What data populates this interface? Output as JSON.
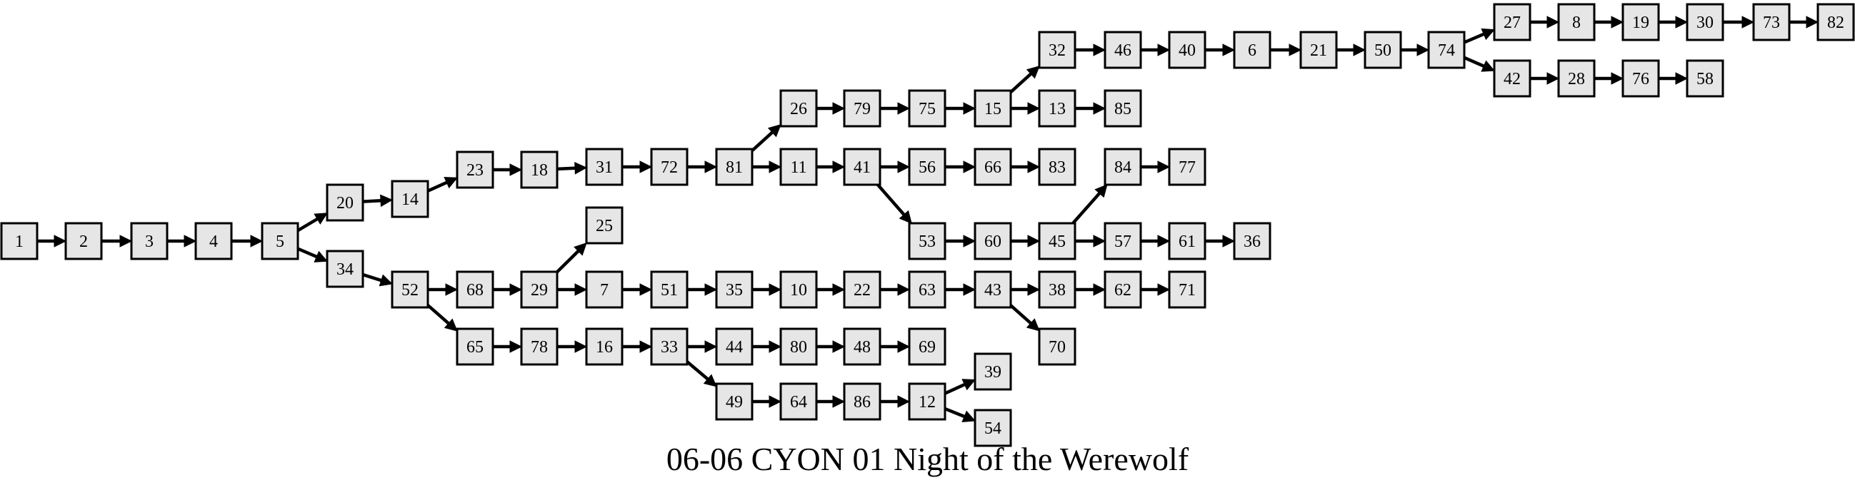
{
  "caption": "06-06 CYON 01 Night of the Werewolf",
  "colors": {
    "node_fill": "#e6e6e6",
    "stroke": "#000000"
  },
  "nodes": [
    "1",
    "2",
    "3",
    "4",
    "5",
    "20",
    "34",
    "14",
    "52",
    "23",
    "68",
    "65",
    "18",
    "29",
    "78",
    "31",
    "25",
    "7",
    "16",
    "72",
    "51",
    "33",
    "81",
    "35",
    "44",
    "49",
    "26",
    "11",
    "10",
    "80",
    "64",
    "79",
    "41",
    "22",
    "48",
    "86",
    "75",
    "56",
    "53",
    "63",
    "69",
    "12",
    "15",
    "66",
    "60",
    "43",
    "32",
    "13",
    "83",
    "45",
    "38",
    "70",
    "39",
    "54",
    "46",
    "85",
    "84",
    "57",
    "62",
    "40",
    "77",
    "61",
    "71",
    "6",
    "36",
    "21",
    "50",
    "74",
    "27",
    "42",
    "8",
    "28",
    "19",
    "76",
    "30",
    "58",
    "73",
    "82"
  ],
  "edges": [
    [
      "1",
      "2"
    ],
    [
      "2",
      "3"
    ],
    [
      "3",
      "4"
    ],
    [
      "4",
      "5"
    ],
    [
      "5",
      "20"
    ],
    [
      "5",
      "34"
    ],
    [
      "20",
      "14"
    ],
    [
      "14",
      "23"
    ],
    [
      "23",
      "18"
    ],
    [
      "18",
      "31"
    ],
    [
      "31",
      "72"
    ],
    [
      "72",
      "81"
    ],
    [
      "81",
      "26"
    ],
    [
      "81",
      "11"
    ],
    [
      "26",
      "79"
    ],
    [
      "79",
      "75"
    ],
    [
      "75",
      "15"
    ],
    [
      "15",
      "32"
    ],
    [
      "15",
      "13"
    ],
    [
      "13",
      "85"
    ],
    [
      "32",
      "46"
    ],
    [
      "46",
      "40"
    ],
    [
      "40",
      "6"
    ],
    [
      "6",
      "21"
    ],
    [
      "21",
      "50"
    ],
    [
      "50",
      "74"
    ],
    [
      "74",
      "27"
    ],
    [
      "74",
      "42"
    ],
    [
      "27",
      "8"
    ],
    [
      "8",
      "19"
    ],
    [
      "19",
      "30"
    ],
    [
      "30",
      "73"
    ],
    [
      "73",
      "82"
    ],
    [
      "42",
      "28"
    ],
    [
      "28",
      "76"
    ],
    [
      "76",
      "58"
    ],
    [
      "11",
      "41"
    ],
    [
      "41",
      "56"
    ],
    [
      "41",
      "53"
    ],
    [
      "56",
      "66"
    ],
    [
      "66",
      "83"
    ],
    [
      "53",
      "60"
    ],
    [
      "60",
      "45"
    ],
    [
      "45",
      "84"
    ],
    [
      "45",
      "57"
    ],
    [
      "84",
      "77"
    ],
    [
      "57",
      "61"
    ],
    [
      "61",
      "36"
    ],
    [
      "34",
      "52"
    ],
    [
      "52",
      "68"
    ],
    [
      "52",
      "65"
    ],
    [
      "68",
      "29"
    ],
    [
      "29",
      "25"
    ],
    [
      "29",
      "7"
    ],
    [
      "7",
      "51"
    ],
    [
      "51",
      "35"
    ],
    [
      "35",
      "10"
    ],
    [
      "10",
      "22"
    ],
    [
      "22",
      "63"
    ],
    [
      "63",
      "43"
    ],
    [
      "43",
      "38"
    ],
    [
      "43",
      "70"
    ],
    [
      "38",
      "62"
    ],
    [
      "62",
      "71"
    ],
    [
      "65",
      "78"
    ],
    [
      "78",
      "16"
    ],
    [
      "16",
      "33"
    ],
    [
      "33",
      "44"
    ],
    [
      "33",
      "49"
    ],
    [
      "44",
      "80"
    ],
    [
      "80",
      "48"
    ],
    [
      "48",
      "69"
    ],
    [
      "49",
      "64"
    ],
    [
      "64",
      "86"
    ],
    [
      "86",
      "12"
    ],
    [
      "12",
      "39"
    ],
    [
      "12",
      "54"
    ]
  ]
}
